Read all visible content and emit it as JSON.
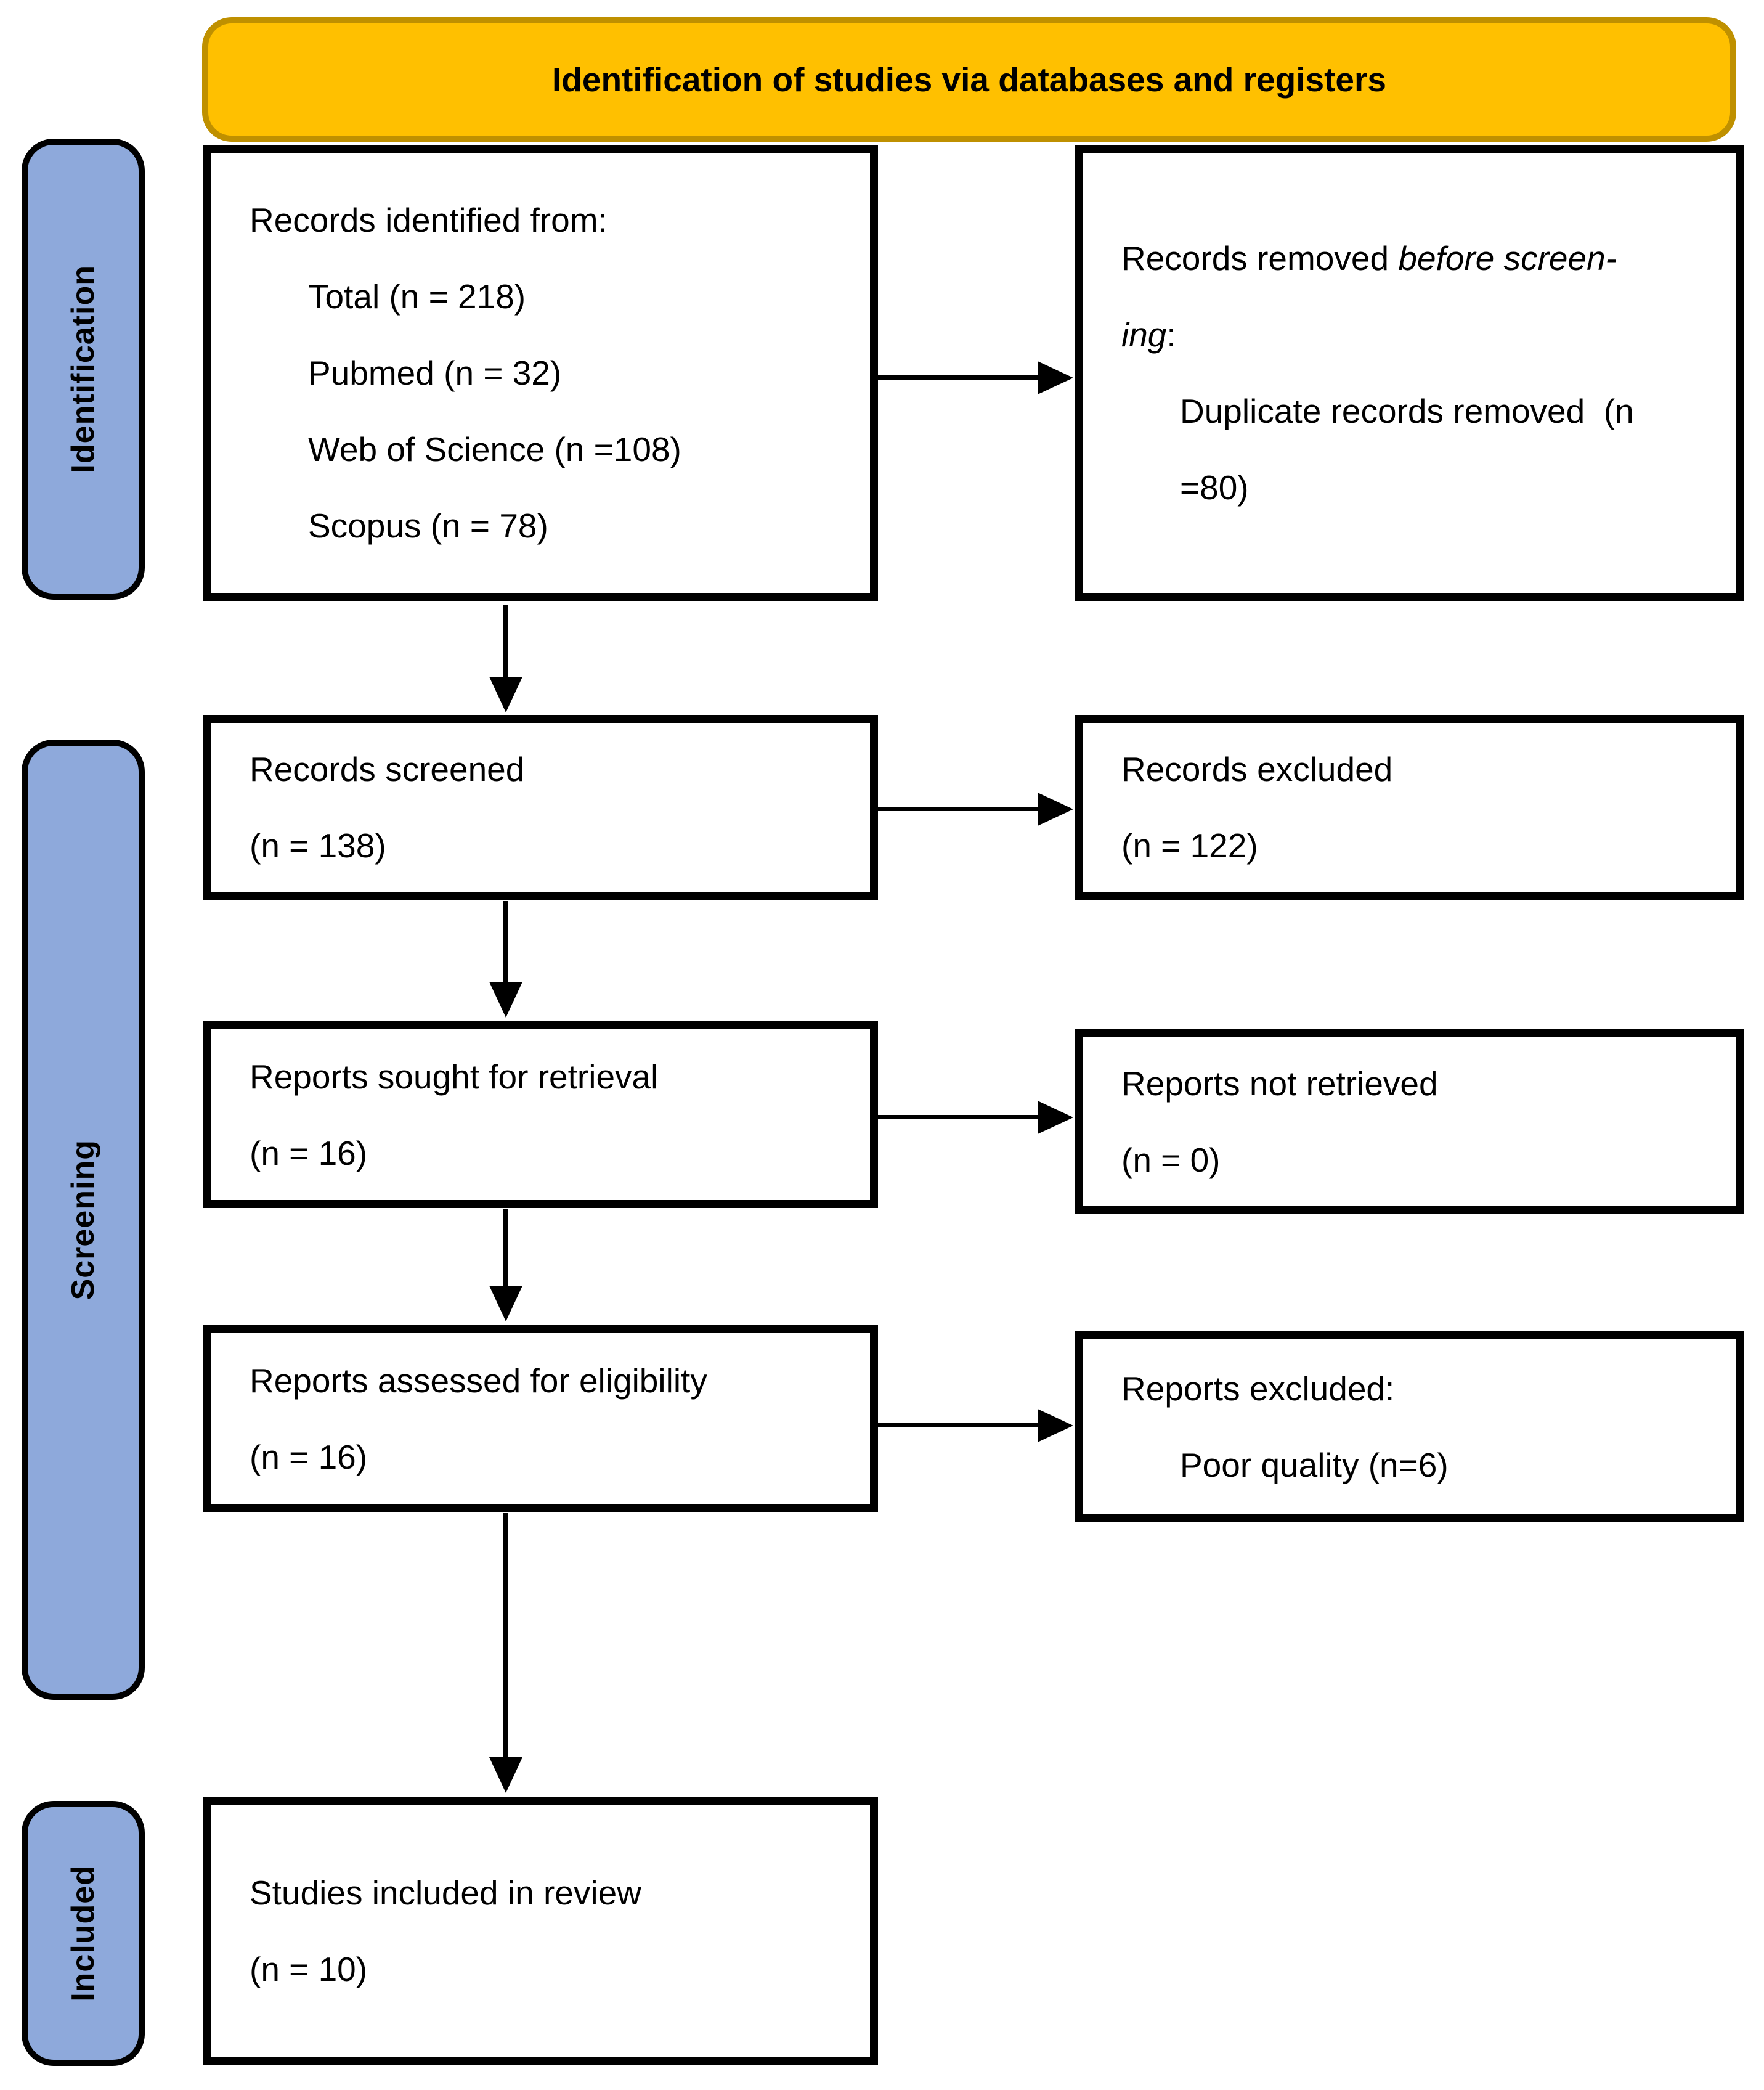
{
  "header": {
    "title": "Identification of studies via databases and registers"
  },
  "stages": {
    "identification": "Identification",
    "screening": "Screening",
    "included": "Included"
  },
  "boxes": {
    "identified": {
      "title": "Records identified from:",
      "items": [
        "Total (n = 218)",
        "Pubmed (n = 32)",
        "Web of Science (n =108)",
        "Scopus (n = 78)"
      ]
    },
    "removed": {
      "line1_normal": "Records removed ",
      "line1_italic": "before screen-",
      "line2_italic": "ing",
      "line2_normal": ":",
      "item_line1": "Duplicate records removed  (n",
      "item_line2": "=80)"
    },
    "screened": {
      "line1": "Records screened",
      "line2": "(n = 138)"
    },
    "excluded": {
      "line1": "Records excluded",
      "line2": "(n = 122)"
    },
    "sought": {
      "line1": "Reports sought for retrieval",
      "line2": "(n = 16)"
    },
    "not_retrieved": {
      "line1": "Reports not retrieved",
      "line2": "(n = 0)"
    },
    "assessed": {
      "line1": "Reports assessed for eligibility",
      "line2": "(n = 16)"
    },
    "reports_excluded": {
      "line1": "Reports excluded:",
      "item": "Poor quality (n=6)"
    },
    "included_studies": {
      "line1": "Studies included in review",
      "line2": "(n = 10)"
    }
  },
  "colors": {
    "header_fill": "#FFC000",
    "header_border": "#BF9000",
    "stage_fill": "#8EA9DB",
    "box_border": "#000000",
    "arrow": "#000000"
  }
}
